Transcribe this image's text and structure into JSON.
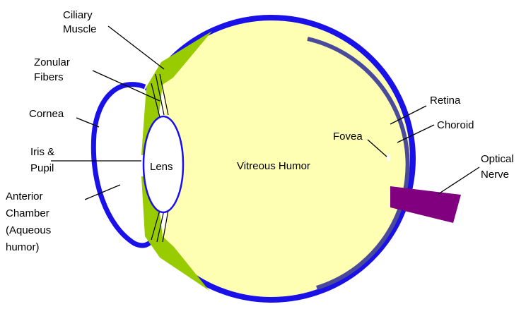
{
  "labels": {
    "ciliary_muscle": [
      "Ciliary",
      "Muscle"
    ],
    "zonular_fibers": [
      "Zonular",
      "Fibers"
    ],
    "cornea": "Cornea",
    "iris_pupil": [
      "Iris &",
      "Pupil"
    ],
    "anterior_chamber": [
      "Anterior",
      "Chamber",
      "(Aqueous",
      "humor)"
    ],
    "lens": "Lens",
    "vitreous_humor": "Vitreous Humor",
    "fovea": "Fovea",
    "retina": "Retina",
    "choroid": "Choroid",
    "optical_nerve": [
      "Optical",
      "Nerve"
    ]
  },
  "colors": {
    "sclera": "#1a10e8",
    "vitreous": "#ffffb4",
    "ciliary": "#99cc00",
    "retina": "#4a4a9c",
    "optic_nerve": "#800080",
    "outline": "#000000"
  }
}
